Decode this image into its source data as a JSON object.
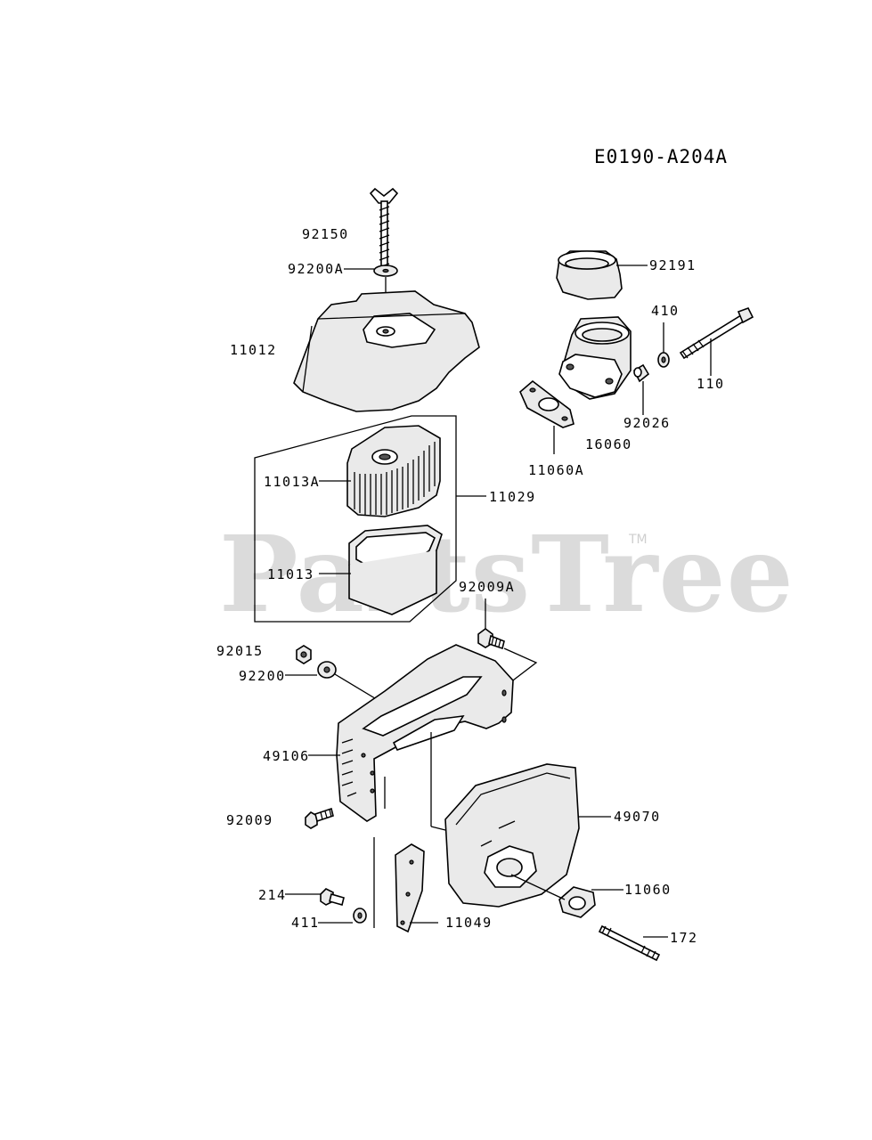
{
  "diagram_ref": "E0190-A204A",
  "watermark": {
    "text": "PartsTree",
    "trademark": "TM"
  },
  "parts": {
    "p92150": "92150",
    "p92200A": "92200A",
    "p11012": "11012",
    "p92191": "92191",
    "p410": "410",
    "p110": "110",
    "p92026": "92026",
    "p16060": "16060",
    "p11060A": "11060A",
    "p11013A": "11013A",
    "p11029": "11029",
    "p11013": "11013",
    "p92009A": "92009A",
    "p92015": "92015",
    "p92200": "92200",
    "p49106": "49106",
    "p92009": "92009",
    "p49070": "49070",
    "p11060": "11060",
    "p214": "214",
    "p411": "411",
    "p11049": "11049",
    "p172": "172"
  }
}
